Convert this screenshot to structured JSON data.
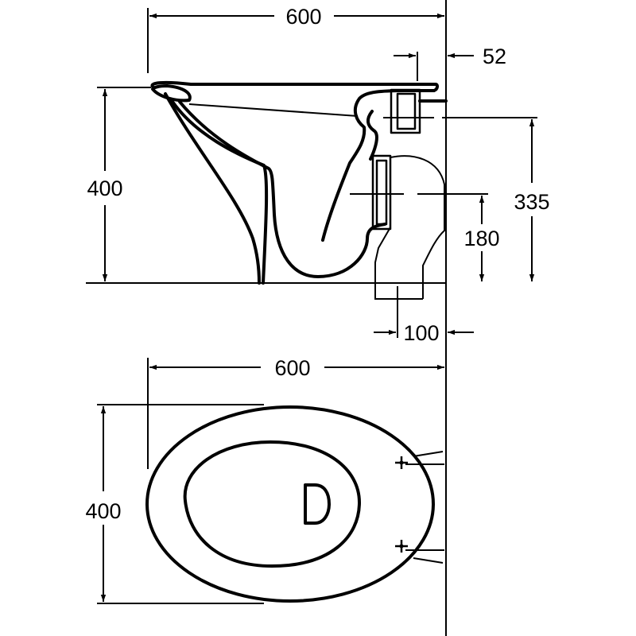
{
  "side_view": {
    "dim_overall_width": "600",
    "dim_wall_offset": "52",
    "dim_overall_height": "400",
    "dim_inlet_height": "335",
    "dim_outlet_height": "180",
    "dim_outlet_offset": "100"
  },
  "top_view": {
    "dim_overall_width": "600",
    "dim_overall_height": "400"
  }
}
